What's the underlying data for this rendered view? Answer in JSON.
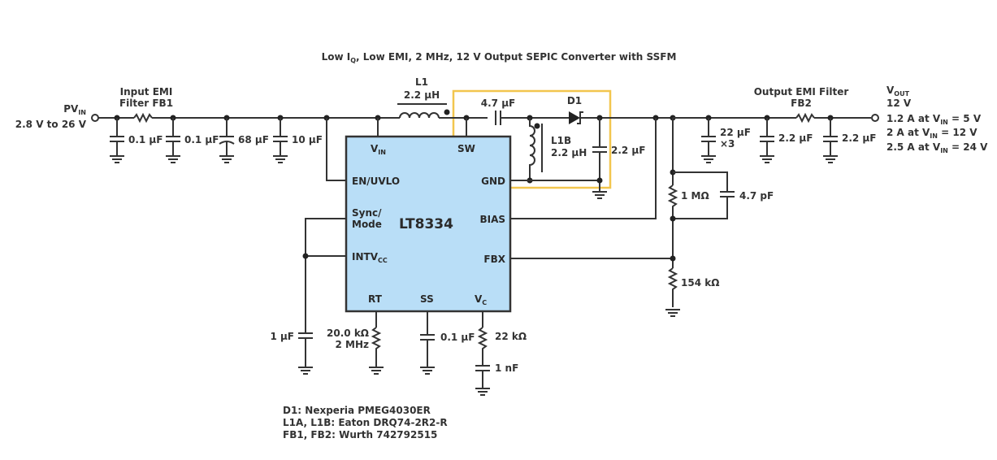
{
  "title": {
    "pre": "Low I",
    "sub": "Q",
    "post": ", Low EMI, 2 MHz, 12 V Output SEPIC Converter with SSFM"
  },
  "input": {
    "name": "PV",
    "name_sub": "IN",
    "range": "2.8 V to 26 V"
  },
  "input_filter": {
    "line1": "Input EMI",
    "line2": "Filter FB1"
  },
  "input_caps": [
    "0.1 µF",
    "0.1 µF",
    "68 µF",
    "10 µF"
  ],
  "l1": {
    "name": "L1",
    "value": "2.2 µH"
  },
  "coupling_cap": "4.7 µF",
  "diode": "D1",
  "l1b": {
    "name": "L1B",
    "value": "2.2 µH"
  },
  "snubber_cap": "2.2 µF",
  "ic": {
    "part": "LT8334",
    "pins": {
      "vin": "V",
      "vin_sub": "IN",
      "sw": "SW",
      "en": "EN/UVLO",
      "gnd": "GND",
      "sync1": "Sync/",
      "sync2": "Mode",
      "bias": "BIAS",
      "intv": "INTV",
      "intv_sub": "CC",
      "fbx": "FBX",
      "rt": "RT",
      "ss": "SS",
      "vc": "V",
      "vc_sub": "C"
    }
  },
  "output_caps": {
    "bulk": "22 µF",
    "bulk_mult": "×3",
    "c1": "2.2 µF",
    "c2": "2.2 µF"
  },
  "output_filter": {
    "line1": "Output EMI Filter",
    "line2": "FB2"
  },
  "output": {
    "name": "V",
    "name_sub": "OUT",
    "voltage": "12 V",
    "ratings": [
      {
        "current": "1.2 A at V",
        "sub": "IN",
        "cond": " = 5 V"
      },
      {
        "current": "2 A at V",
        "sub": "IN",
        "cond": " = 12 V"
      },
      {
        "current": "2.5 A at V",
        "sub": "IN",
        "cond": " = 24 V"
      }
    ]
  },
  "feedback": {
    "r_top": "1 MΩ",
    "c_ff": "4.7 pF",
    "r_bot": "154 kΩ"
  },
  "bottom": {
    "c_intvcc": "1 µF",
    "r_rt_1": "20.0 kΩ",
    "r_rt_2": "2 MHz",
    "c_ss": "0.1 µF",
    "r_vc": "22 kΩ",
    "c_vc": "1 nF"
  },
  "bom": [
    "D1: Nexperia PMEG4030ER",
    "L1A, L1B: Eaton DRQ74-2R2-R",
    "FB1, FB2: Wurth 742792515"
  ],
  "colors": {
    "ic_fill": "#b9def7",
    "highlight": "#f2c64e",
    "wire": "#333333"
  }
}
